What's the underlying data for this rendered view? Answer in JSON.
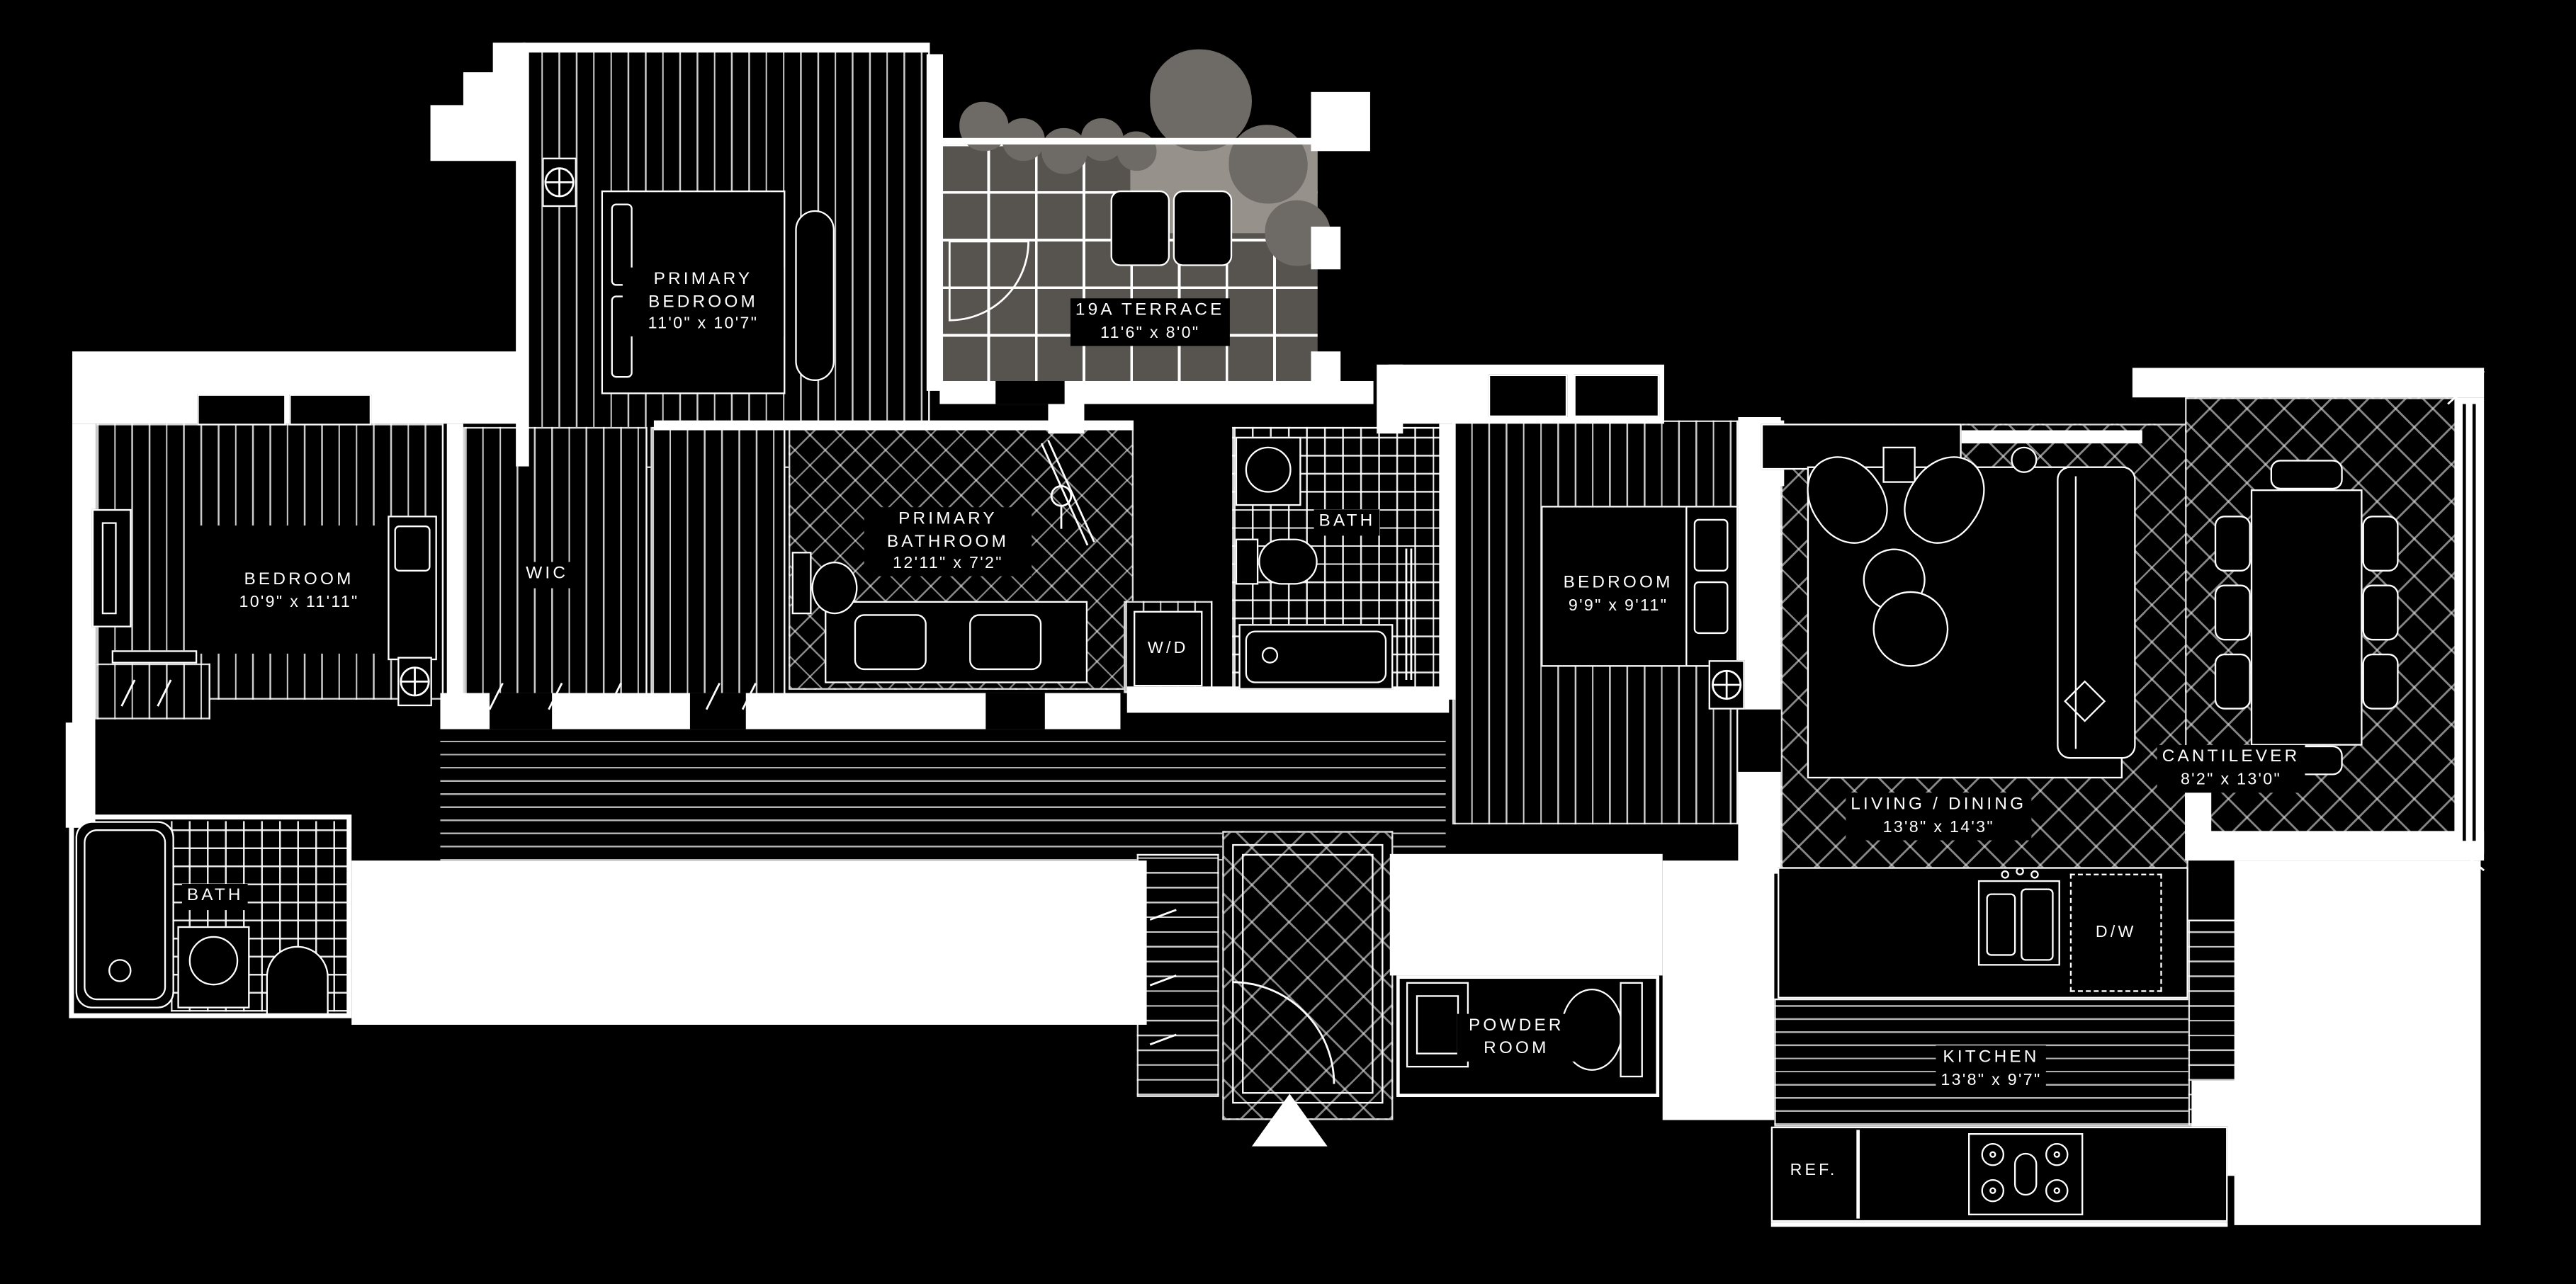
{
  "colors": {
    "background": "#000000",
    "linework": "#ffffff",
    "terrace_tile": "#57534e",
    "tree": "#6e6a65",
    "terrace_pad": "#96918a"
  },
  "rooms": {
    "primary_bedroom": {
      "label": "PRIMARY BEDROOM",
      "dims": "11'0\" x 10'7\""
    },
    "terrace": {
      "label": "19A TERRACE",
      "dims": "11'6\" x 8'0\""
    },
    "bedroom_left": {
      "label": "BEDROOM",
      "dims": "10'9\" x 11'11\""
    },
    "wic": {
      "label": "WIC"
    },
    "primary_bathroom": {
      "label": "PRIMARY BATHROOM",
      "dims": "12'11\" x 7'2\""
    },
    "bath_middle": {
      "label": "BATH"
    },
    "laundry": {
      "label": "W/D"
    },
    "bedroom_right": {
      "label": "BEDROOM",
      "dims": "9'9\" x 9'11\""
    },
    "living_dining": {
      "label": "LIVING / DINING",
      "dims": "13'8\" x 14'3\""
    },
    "cantilever": {
      "label": "CANTILEVER",
      "dims": "8'2\" x 13'0\""
    },
    "bath_lower": {
      "label": "BATH"
    },
    "powder_room": {
      "label": "POWDER ROOM"
    },
    "kitchen": {
      "label": "KITCHEN",
      "dims": "13'8\" x 9'7\""
    },
    "appliances": {
      "dishwasher": "D/W",
      "refrigerator": "REF."
    }
  }
}
